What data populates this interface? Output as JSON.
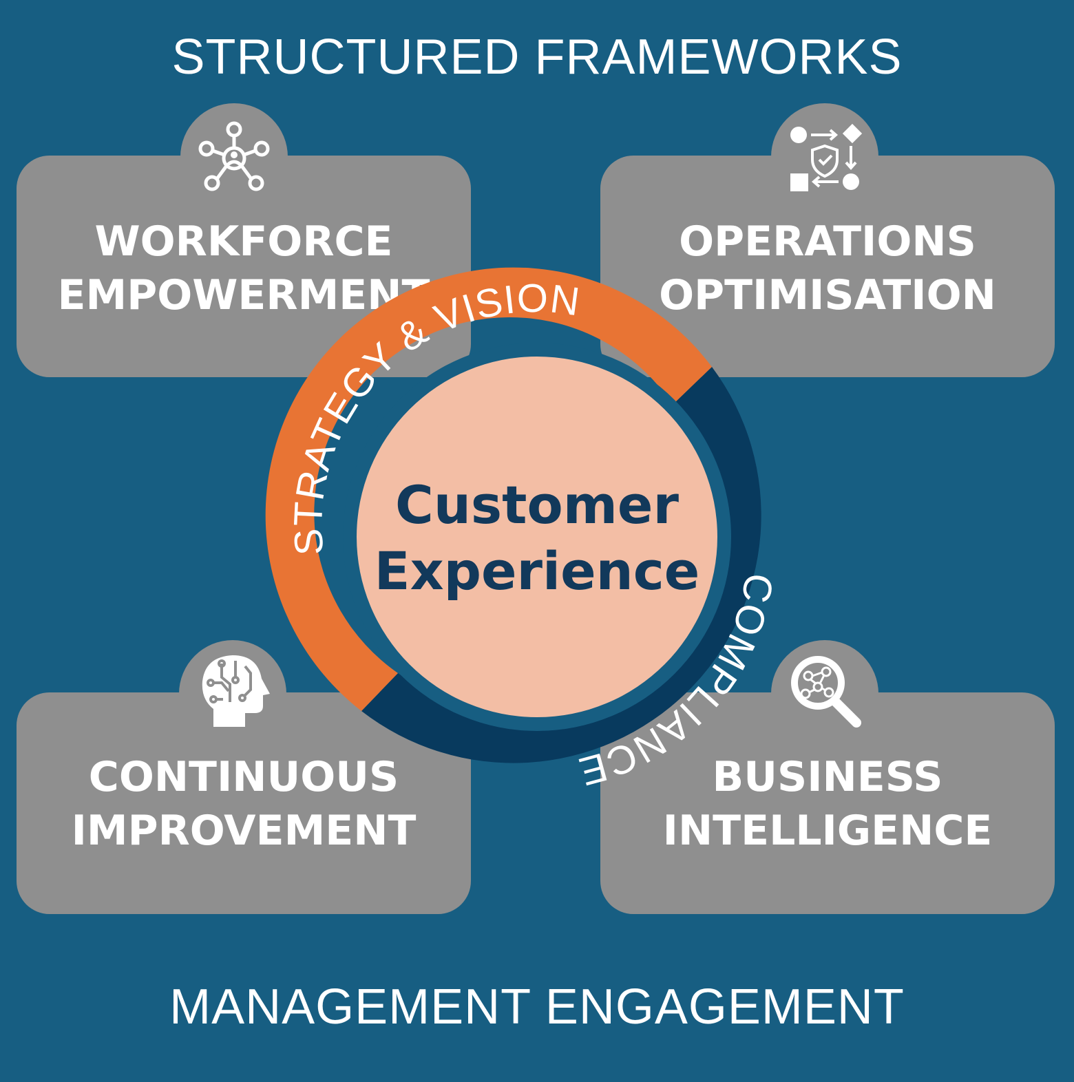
{
  "title": "STRUCTURED FRAMEWORKS",
  "footer": "MANAGEMENT ENGAGEMENT",
  "cards": [
    {
      "line1": "WORKFORCE",
      "line2": "EMPOWERMENT",
      "icon": "network-people-icon"
    },
    {
      "line1": "OPERATIONS",
      "line2": "OPTIMISATION",
      "icon": "process-flow-shield-icon"
    },
    {
      "line1": "CONTINUOUS",
      "line2": "IMPROVEMENT",
      "icon": "head-circuit-icon"
    },
    {
      "line1": "BUSINESS",
      "line2": "INTELLIGENCE",
      "icon": "magnifier-network-icon"
    }
  ],
  "center": {
    "line1": "Customer",
    "line2": "Experience"
  },
  "ring": {
    "strategy_label": "STRATEGY & VISION",
    "compliance_label": "COMPLIANCE"
  },
  "colors": {
    "background": "#175e82",
    "card": "#8f8f8f",
    "ring_orange": "#e87434",
    "ring_navy": "#083a5e",
    "center_fill": "#f3bea5",
    "center_text": "#12395b"
  }
}
